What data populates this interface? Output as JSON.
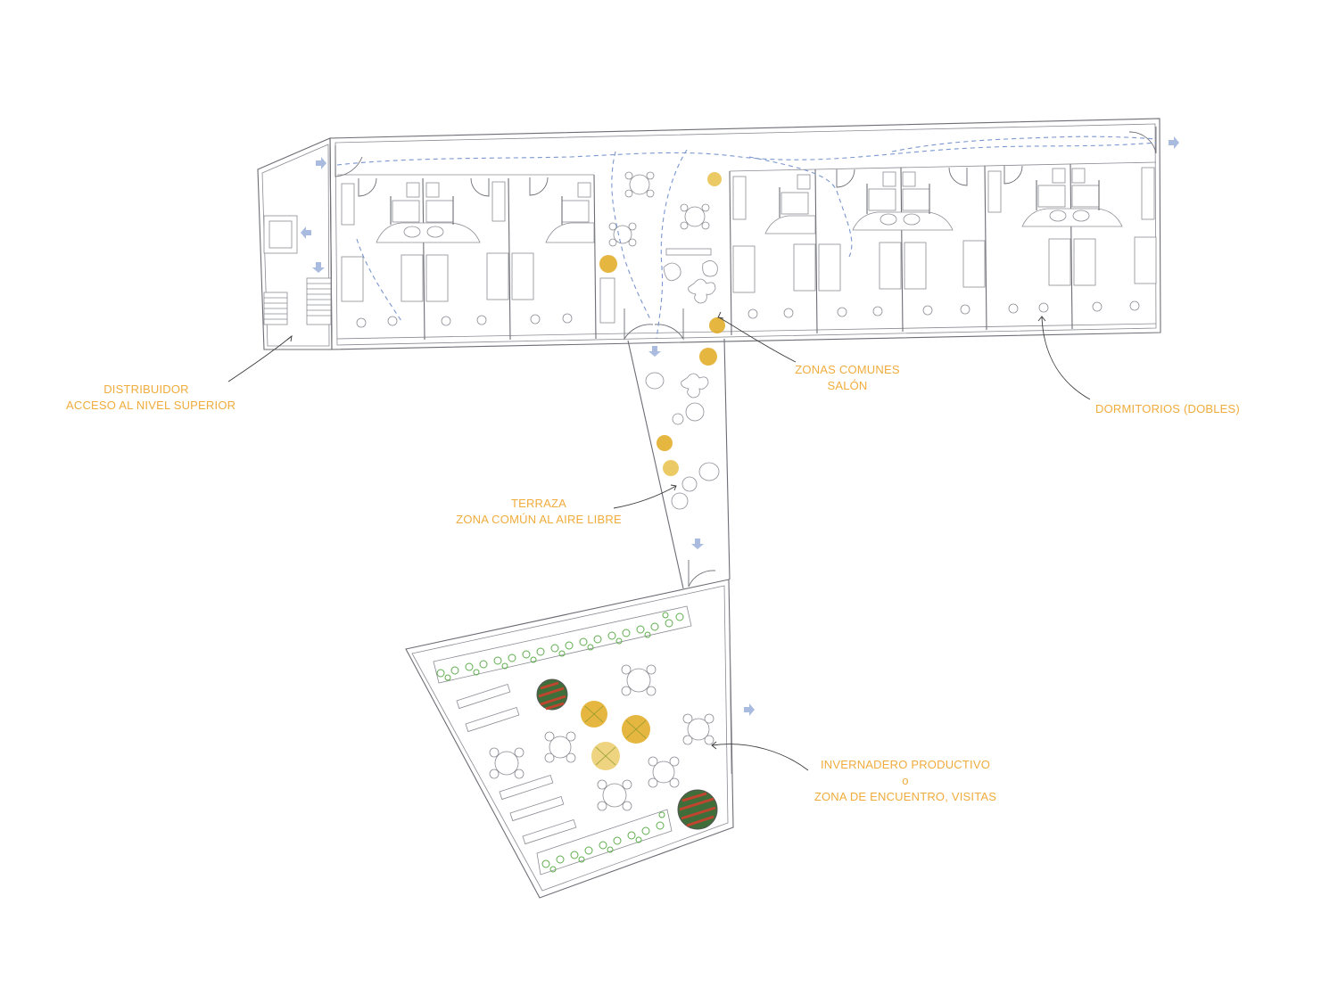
{
  "labels": {
    "distribuidor": {
      "line1": "DISTRIBUIDOR",
      "line2": "ACCESO AL NIVEL SUPERIOR"
    },
    "zonas_comunes": {
      "line1": "ZONAS COMUNES",
      "line2": "SALÓN"
    },
    "dormitorios": {
      "line1": "DORMITORIOS (DOBLES)"
    },
    "terraza": {
      "line1": "TERRAZA",
      "line2": "ZONA COMÚN AL AIRE LIBRE"
    },
    "invernadero": {
      "line1": "INVERNADERO PRODUCTIVO",
      "line2": "o",
      "line3": "ZONA DE ENCUENTRO, VISITAS"
    }
  },
  "colors": {
    "label_text": "#f0ac3c",
    "wall_lines": "#6d6e75",
    "circulation_path": "#7b97cf",
    "arrows": "#a9bce0",
    "plants_yellow": "#e0a91f",
    "plants_green": "#5fae4e",
    "planter_red": "#c0452f"
  }
}
